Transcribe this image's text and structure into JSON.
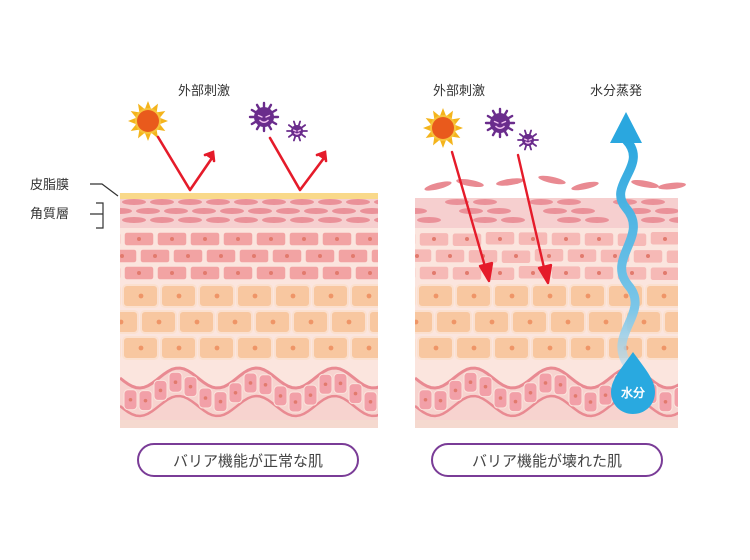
{
  "labels": {
    "stimulus_left": "外部刺激",
    "stimulus_right": "外部刺激",
    "evaporation": "水分蒸発",
    "sebum": "皮脂膜",
    "stratum": "角質層",
    "moisture": "水分"
  },
  "captions": {
    "normal": "バリア機能が正常な肌",
    "damaged": "バリア機能が壊れた肌"
  },
  "colors": {
    "sebum": "#f9d98a",
    "stratum_cells": "#e98a92",
    "upper_cells": "#f4a9a8",
    "lower_cells": "#f7c49a",
    "basal_cells": "#f2a0a8",
    "arrow": "#e51b2a",
    "sun": "#f08a1c",
    "germ": "#6a2c8c",
    "water": "#29a9e0",
    "pill_border": "#7a3c97"
  },
  "icons": [
    "sun-icon",
    "germ-icon",
    "water-drop-icon",
    "evaporation-arrow-icon"
  ]
}
